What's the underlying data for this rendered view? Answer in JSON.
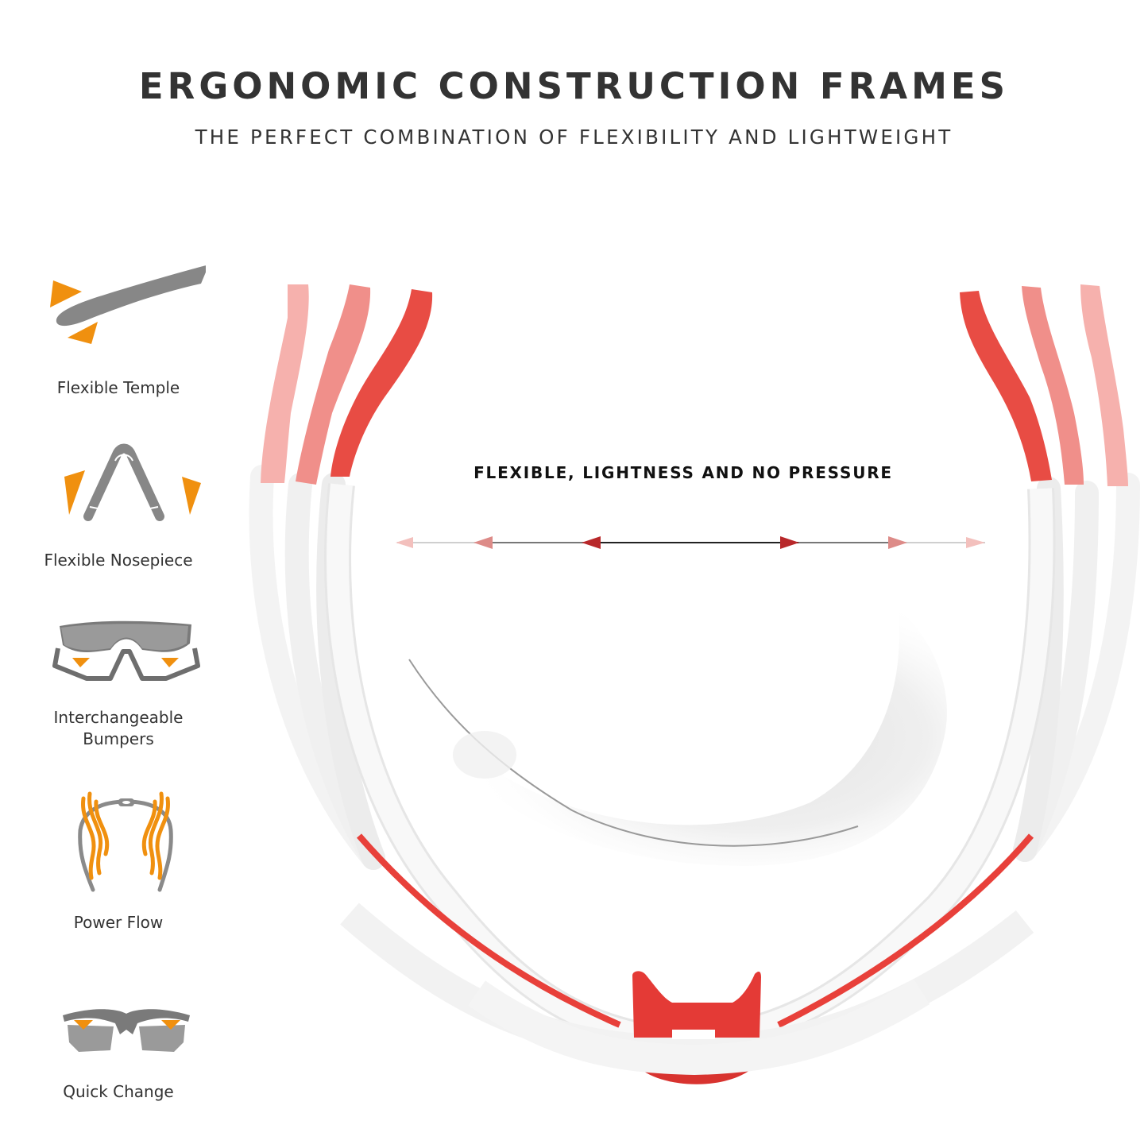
{
  "header": {
    "title": "ERGONOMIC CONSTRUCTION FRAMES",
    "subtitle": "THE PERFECT COMBINATION OF FLEXIBILITY AND LIGHTWEIGHT"
  },
  "features": [
    {
      "icon": "flexible-temple-icon",
      "label": "Flexible Temple"
    },
    {
      "icon": "flexible-nosepiece-icon",
      "label": "Flexible Nosepiece"
    },
    {
      "icon": "interchangeable-bumpers-icon",
      "label_line1": "Interchangeable",
      "label_line2": "Bumpers"
    },
    {
      "icon": "power-flow-icon",
      "label": "Power Flow"
    },
    {
      "icon": "quick-change-icon",
      "label": "Quick Change"
    }
  ],
  "illustration": {
    "caption": "FLEXIBLE, LIGHTNESS AND NO PRESSURE",
    "subject": "white-red sport sunglasses frame with flexing temples and feather",
    "colors": {
      "frame_red": "#e8403a",
      "frame_red_mid": "#ef7d78",
      "frame_red_light": "#f4a8a4",
      "frame_white": "#f4f4f4",
      "arrow_dark": "#b8282a",
      "icon_orange": "#f0900f",
      "icon_gray": "#878787",
      "text_dark": "#333333"
    }
  }
}
